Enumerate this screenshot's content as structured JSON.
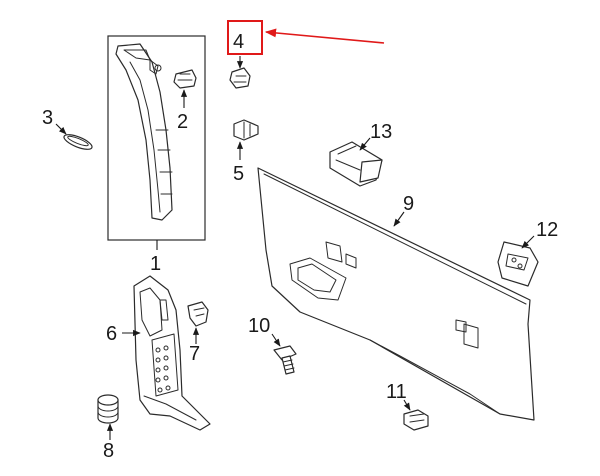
{
  "callouts": {
    "c1": "1",
    "c2": "2",
    "c3": "3",
    "c4": "4",
    "c5": "5",
    "c6": "6",
    "c7": "7",
    "c8": "8",
    "c9": "9",
    "c10": "10",
    "c11": "11",
    "c12": "12",
    "c13": "13"
  },
  "colors": {
    "highlight": "#e01919",
    "line": "#2b2b2b",
    "background": "#ffffff"
  }
}
